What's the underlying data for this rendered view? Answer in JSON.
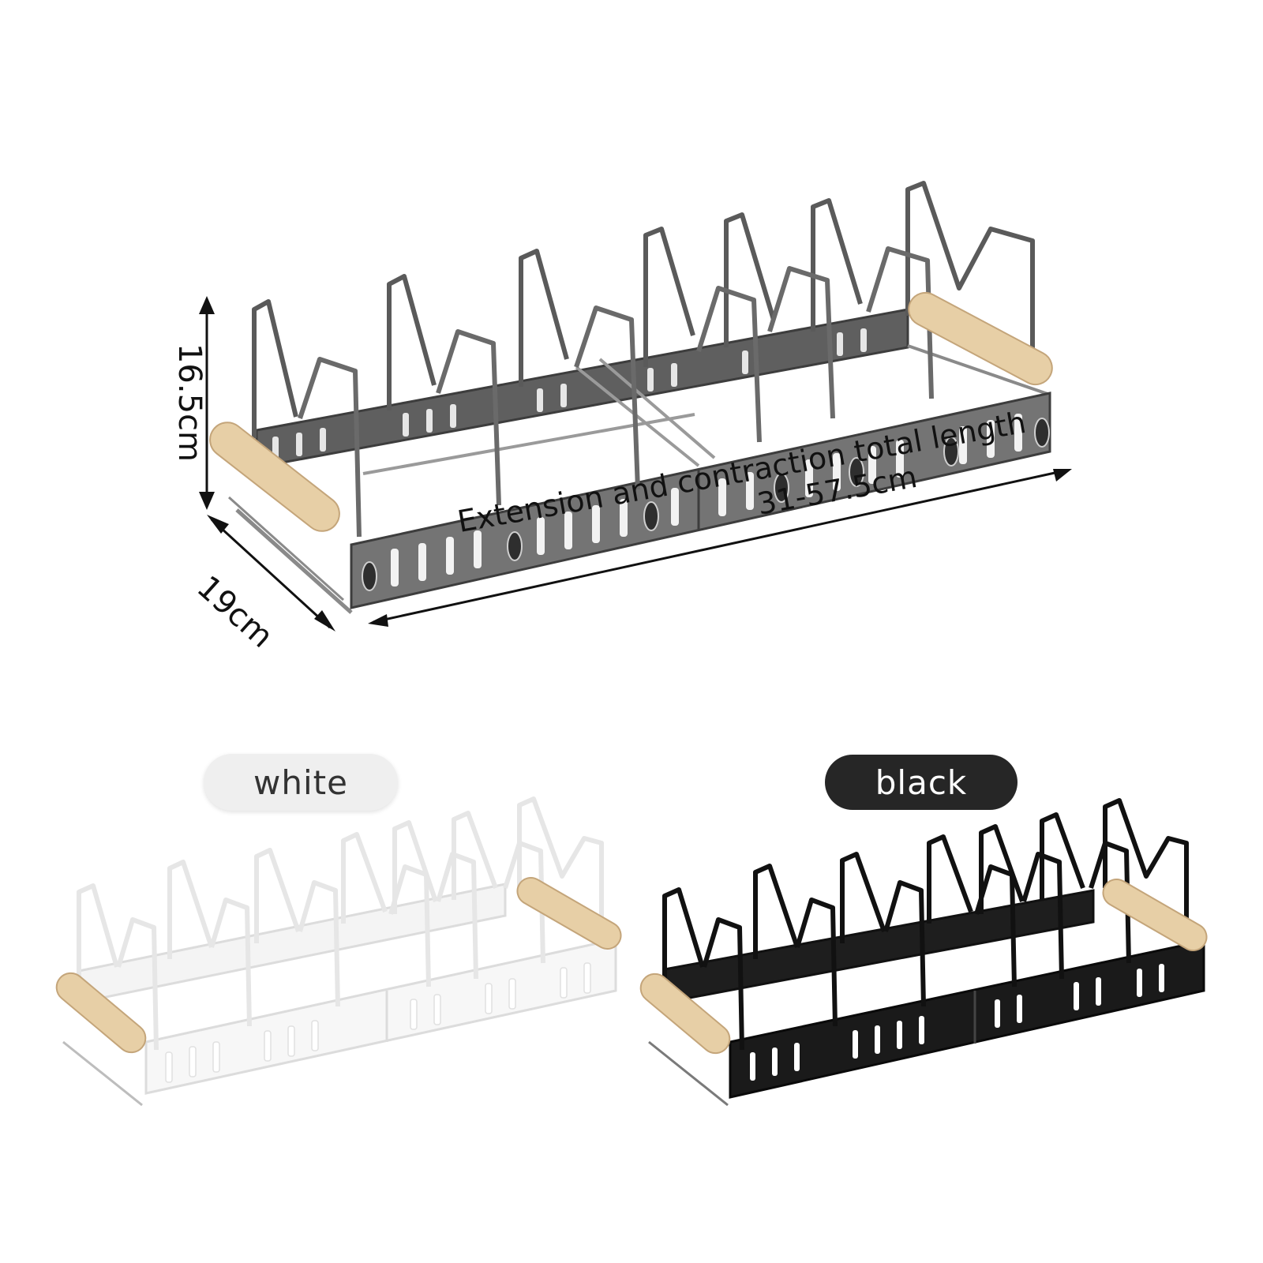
{
  "dimensions": {
    "height": "16.5cm",
    "depth": "19cm",
    "length_label": "Extension and contraction total length",
    "length_value": "31-57.5cm"
  },
  "variants": [
    {
      "label": "white",
      "pill_color": "#efefef",
      "text_color": "#333333",
      "frame_color": "#e8e8e8"
    },
    {
      "label": "black",
      "pill_color": "#262626",
      "text_color": "#ffffff",
      "frame_color": "#1a1a1a"
    }
  ],
  "colors": {
    "main_frame": "#6e6e6e",
    "main_wire": "#4a4a4a",
    "handle_wood": "#e7cfa6",
    "arrow": "#111111"
  },
  "icons": {
    "main_product": "pot-lid-rack-icon",
    "white_product": "pot-lid-rack-white-icon",
    "black_product": "pot-lid-rack-black-icon"
  }
}
